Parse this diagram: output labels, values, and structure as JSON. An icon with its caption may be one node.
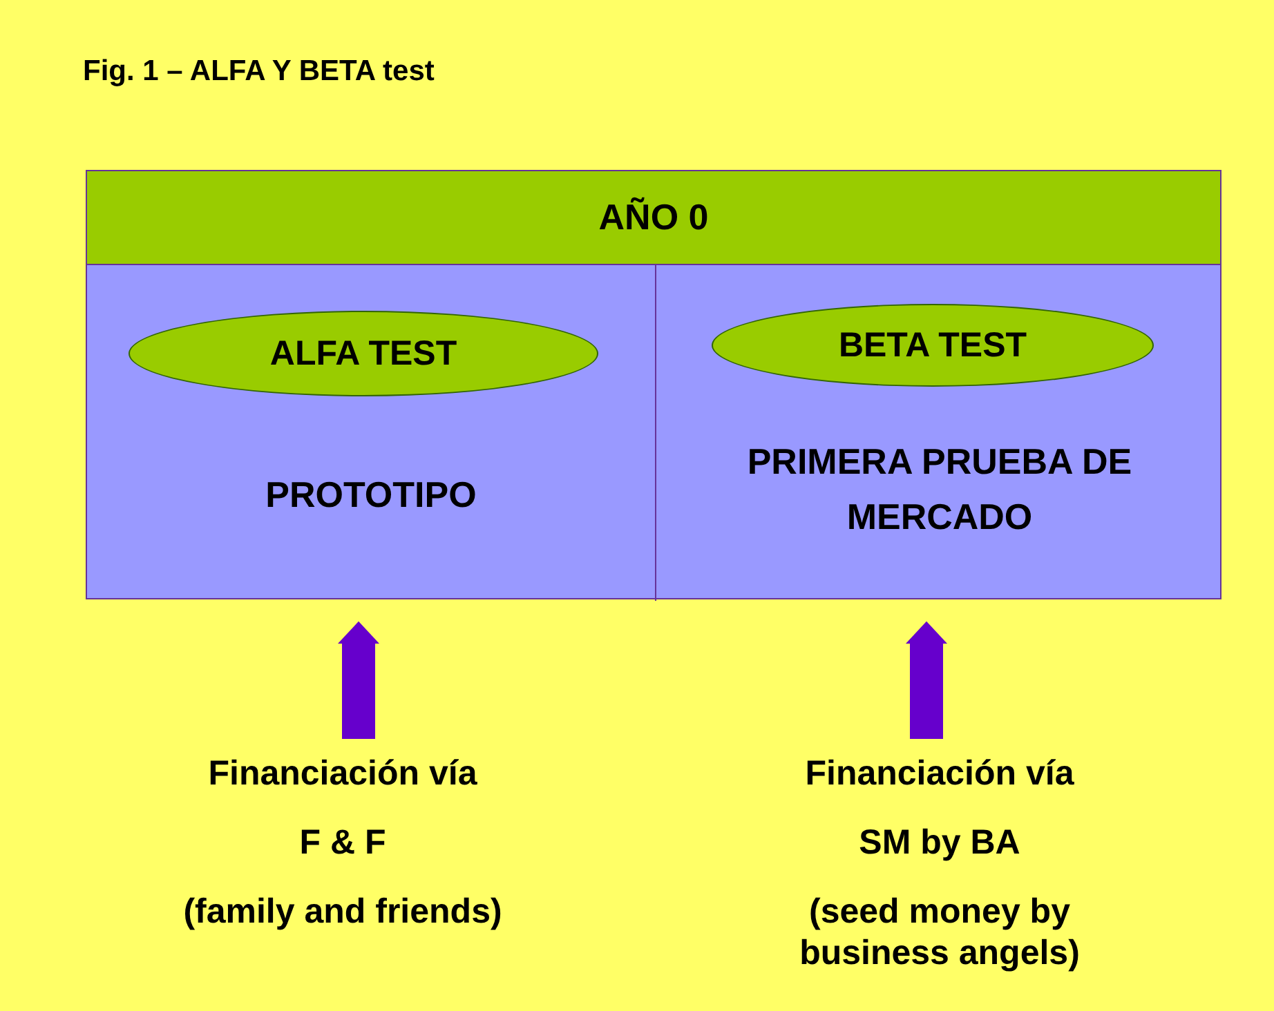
{
  "diagram": {
    "title": "Fig. 1 – ALFA Y BETA test",
    "nodes": [
      {
        "text": [
          "AÑO 0"
        ]
      },
      {
        "text": [
          "PROTOTIPO"
        ],
        "in": 0
      },
      {
        "text": [
          "ALFA TEST"
        ],
        "in": 1
      },
      {
        "text": [
          "PRIMERA PRUEBA DE MERCADO"
        ],
        "in": 0
      },
      {
        "text": [
          "BETA TEST"
        ],
        "in": 3
      },
      {
        "text": [
          "Financiación vía",
          "F & F",
          "(family and friends)"
        ]
      },
      {
        "text": [
          "Financiación vía",
          "SM by BA",
          "(seed money by business angels)"
        ]
      }
    ],
    "edges": [
      {
        "from": 5,
        "to": 1,
        "arrow": "to"
      },
      {
        "from": 6,
        "to": 3,
        "arrow": "to"
      }
    ]
  }
}
